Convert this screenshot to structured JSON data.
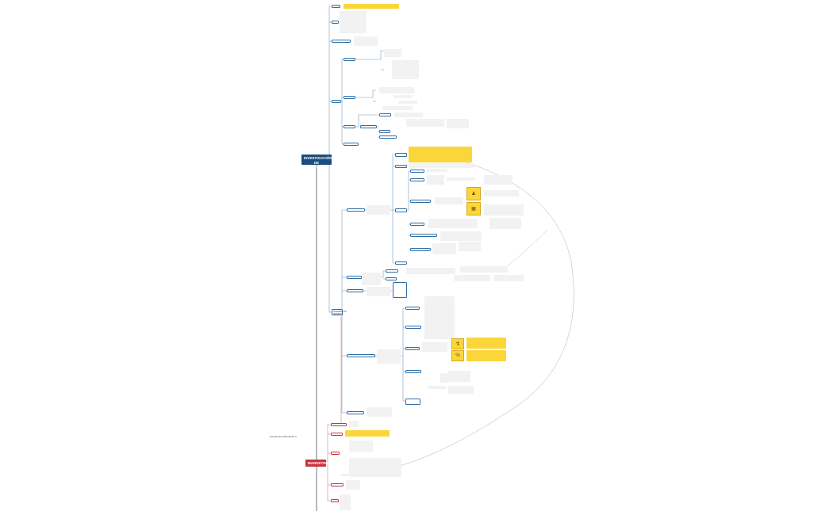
{
  "roots": {
    "investigacion": "INVESTIGACIÓN DE MERCADOS",
    "marketing": "MARKETING"
  },
  "side_label": "proceso de información a",
  "focus_branch": "ELEMENTOS BÁSICOS",
  "icons": [
    "people-icon",
    "calculator-icon",
    "flask-icon",
    "percent-icon"
  ],
  "colors": {
    "blue_root": "#1b4e7e",
    "red_root": "#c8343c",
    "branch_blue": "#2e6ea6",
    "highlight_yellow": "#fbd63a",
    "red_connector": "#e0707a"
  }
}
